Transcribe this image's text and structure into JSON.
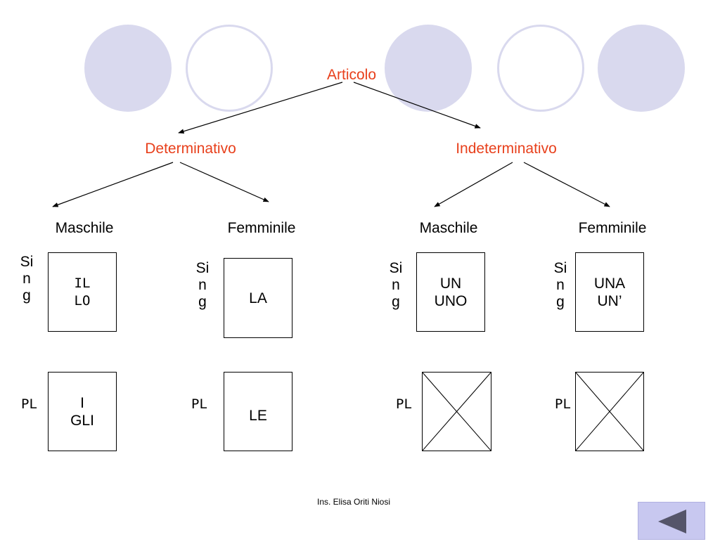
{
  "root": {
    "label": "Articolo"
  },
  "branches": [
    {
      "label": "Determinativo",
      "columns": [
        {
          "label": "Maschile",
          "sing_tag": "Sing",
          "sing": [
            "IL",
            "LO"
          ],
          "pl_tag": "PL",
          "pl": [
            "I",
            "GLI"
          ]
        },
        {
          "label": "Femminile",
          "sing_tag": "Sing",
          "sing": [
            "LA"
          ],
          "pl_tag": "PL",
          "pl": [
            "LE"
          ]
        }
      ]
    },
    {
      "label": "Indeterminativo",
      "columns": [
        {
          "label": "Maschile",
          "sing_tag": "Sing",
          "sing": [
            "UN",
            "UNO"
          ],
          "pl_tag": "PL",
          "pl": []
        },
        {
          "label": "Femminile",
          "sing_tag": "Sing",
          "sing": [
            "UNA",
            "UN’"
          ],
          "pl_tag": "PL",
          "pl": []
        }
      ]
    }
  ],
  "footer": {
    "author": "Ins. Elisa Oriti Niosi"
  },
  "nav": {
    "icon": "triangle-left-icon"
  },
  "colors": {
    "accent": "#e8401c",
    "decor": "#d9d9ee",
    "nav": "#c8c8f0"
  }
}
